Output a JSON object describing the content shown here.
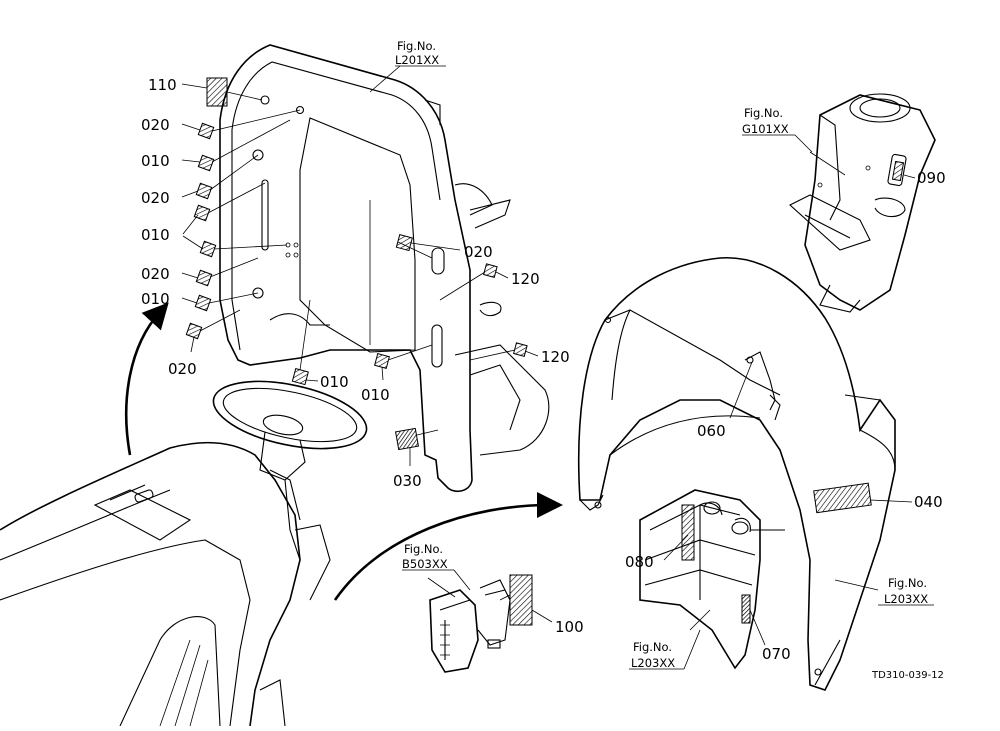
{
  "labels": {
    "l110": "110",
    "l020a": "020",
    "l010a": "010",
    "l020b": "020",
    "l010b": "010",
    "l020c": "020",
    "l010c": "010",
    "l020d": "020",
    "l020e": "020",
    "l120a": "120",
    "l120b": "120",
    "l010d": "010",
    "l010e": "010",
    "l030": "030",
    "l090": "090",
    "l060": "060",
    "l040": "040",
    "l080": "080",
    "l070": "070",
    "l100": "100"
  },
  "figrefs": {
    "l201": {
      "line1": "Fig.No.",
      "line2": "L201XX"
    },
    "g101": {
      "line1": "Fig.No.",
      "line2": "G101XX"
    },
    "b503": {
      "line1": "Fig.No.",
      "line2": "B503XX"
    },
    "l203a": {
      "line1": "Fig.No.",
      "line2": "L203XX"
    },
    "l203b": {
      "line1": "Fig.No.",
      "line2": "L203XX"
    }
  },
  "drawing_code": "TD310-039-12"
}
